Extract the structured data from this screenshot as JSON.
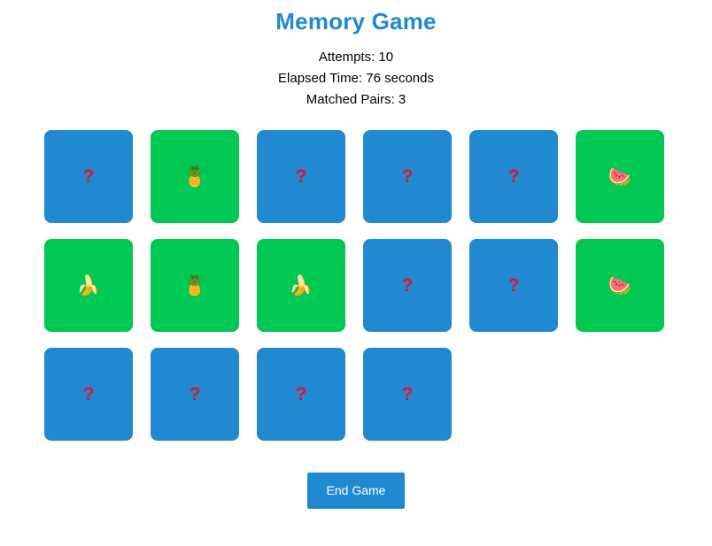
{
  "title": "Memory Game",
  "theme": {
    "title_color": "#2089d0",
    "card_hidden_color": "#2089d0",
    "card_revealed_color": "#00c853",
    "question_mark_color": "#e8112d",
    "button_color": "#2089d0",
    "button_text_color": "#ffffff",
    "page_background": "#ffffff"
  },
  "stats": {
    "attempts": "Attempts: 10",
    "elapsed_time": "Elapsed Time: 76 seconds",
    "matched_pairs": "Matched Pairs: 3"
  },
  "board": {
    "columns": 6,
    "rows": 3,
    "card_back_symbol": "?",
    "cards": [
      {
        "index": 0,
        "state": "hidden",
        "face": "?",
        "icon": "question-mark"
      },
      {
        "index": 1,
        "state": "revealed",
        "face": "🍍",
        "icon": "pineapple-emoji"
      },
      {
        "index": 2,
        "state": "hidden",
        "face": "?",
        "icon": "question-mark"
      },
      {
        "index": 3,
        "state": "hidden",
        "face": "?",
        "icon": "question-mark"
      },
      {
        "index": 4,
        "state": "hidden",
        "face": "?",
        "icon": "question-mark"
      },
      {
        "index": 5,
        "state": "revealed",
        "face": "🍉",
        "icon": "watermelon-emoji"
      },
      {
        "index": 6,
        "state": "revealed",
        "face": "🍌",
        "icon": "banana-emoji"
      },
      {
        "index": 7,
        "state": "revealed",
        "face": "🍍",
        "icon": "pineapple-emoji"
      },
      {
        "index": 8,
        "state": "revealed",
        "face": "🍌",
        "icon": "banana-emoji"
      },
      {
        "index": 9,
        "state": "hidden",
        "face": "?",
        "icon": "question-mark"
      },
      {
        "index": 10,
        "state": "hidden",
        "face": "?",
        "icon": "question-mark"
      },
      {
        "index": 11,
        "state": "revealed",
        "face": "🍉",
        "icon": "watermelon-emoji"
      },
      {
        "index": 12,
        "state": "hidden",
        "face": "?",
        "icon": "question-mark"
      },
      {
        "index": 13,
        "state": "hidden",
        "face": "?",
        "icon": "question-mark"
      },
      {
        "index": 14,
        "state": "hidden",
        "face": "?",
        "icon": "question-mark"
      },
      {
        "index": 15,
        "state": "hidden",
        "face": "?",
        "icon": "question-mark"
      }
    ]
  },
  "footer": {
    "end_game_label": "End Game"
  }
}
